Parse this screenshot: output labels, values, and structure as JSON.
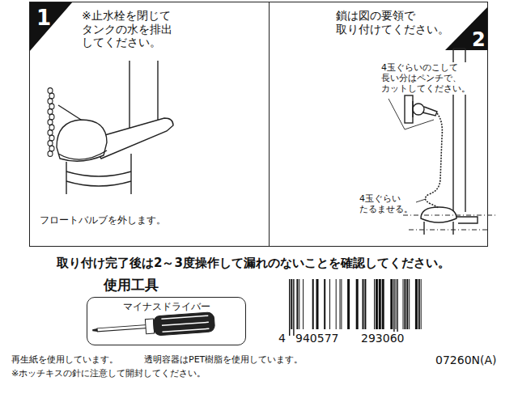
{
  "diagram": {
    "nodes": [
      {
        "text": [
          "1",
          "※止水栓を閉じて タンクの水を排出 してください。",
          "フロートバルブを外します。"
        ]
      },
      {
        "text": [
          "2",
          "鎖は図の要領で 取り付けてください。",
          "4玉ぐらいのこして 長い分はペンチで、 カットしてください。",
          "4玉ぐらい たるませる。"
        ]
      },
      {
        "text": [
          "使用工具",
          "マイナスドライバー"
        ]
      }
    ],
    "labels": [
      "取り付け完了後は2～3度操作して漏れのないことを確認してください。",
      "4",
      "940577",
      "293060",
      "再生紙を使用しています。",
      "透明容器はPET樹脂を使用しています。",
      "※ホッチキスの針に注意して開封してください。",
      "07260N(A)"
    ]
  }
}
